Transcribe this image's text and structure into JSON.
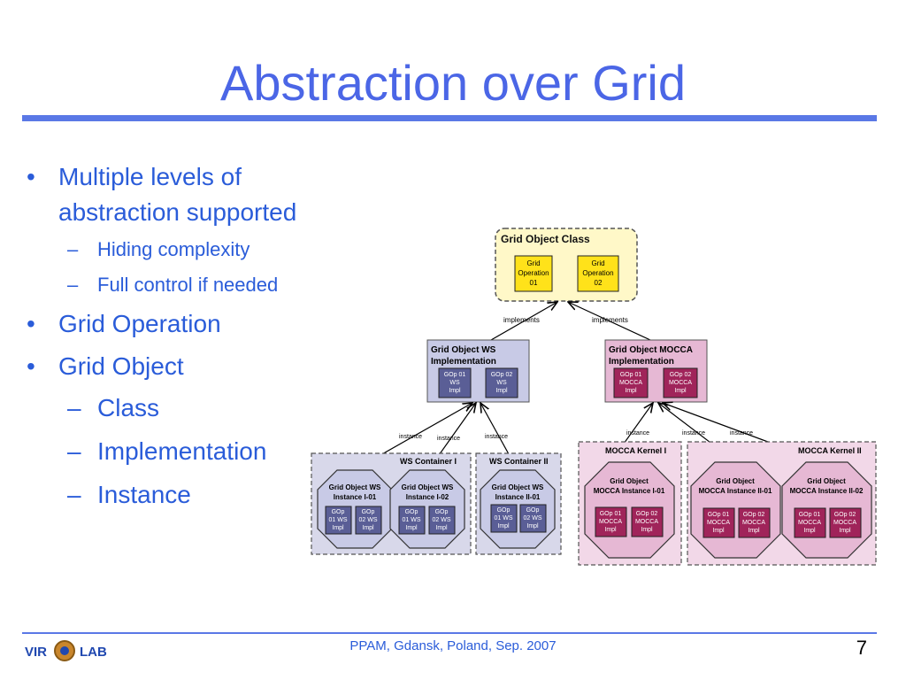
{
  "slide": {
    "title": "Abstraction over Grid",
    "bullets": [
      {
        "text": "Multiple levels of abstraction supported",
        "line1": "Multiple levels of",
        "line2": "abstraction supported"
      },
      {
        "text": "Hiding complexity"
      },
      {
        "text": "Full control if needed"
      },
      {
        "text": "Grid Operation"
      },
      {
        "text": "Grid Object"
      },
      {
        "text": "Class"
      },
      {
        "text": "Implementation"
      },
      {
        "text": "Instance"
      }
    ],
    "bullet_glyph": "•",
    "dash_glyph": "–",
    "footer": "PPAM, Gdansk, Poland, Sep. 2007",
    "page_number": "7",
    "logo": {
      "left": "VIR",
      "right": "LAB"
    }
  },
  "diagram": {
    "class_box": {
      "title": "Grid Object Class",
      "op1": [
        "Grid",
        "Operation",
        "01"
      ],
      "op2": [
        "Grid",
        "Operation",
        "02"
      ]
    },
    "implements_label": "implements",
    "instance_label": "instance",
    "ws_impl": {
      "title1": "Grid Object WS",
      "title2": "Implementation",
      "op1": [
        "GOp 01",
        "WS",
        "Impl"
      ],
      "op2": [
        "GOp 02",
        "WS",
        "Impl"
      ]
    },
    "mocca_impl": {
      "title1": "Grid Object MOCCA",
      "title2": "Implementation",
      "op1": [
        "GOp 01",
        "MOCCA",
        "Impl"
      ],
      "op2": [
        "GOp 02",
        "MOCCA",
        "Impl"
      ]
    },
    "ws_container_1": "WS Container I",
    "ws_container_2": "WS Container II",
    "mocca_kernel_1": "MOCCA Kernel I",
    "mocca_kernel_2": "MOCCA Kernel II",
    "ws_instances": [
      {
        "l1": "Grid Object WS",
        "l2": "Instance I-01"
      },
      {
        "l1": "Grid Object WS",
        "l2": "Instance I-02"
      },
      {
        "l1": "Grid Object WS",
        "l2": "Instance II-01"
      }
    ],
    "ws_inst_ops": [
      [
        "GOp",
        "01 WS",
        "Impl"
      ],
      [
        "GOp",
        "02 WS",
        "Impl"
      ]
    ],
    "ws_inst_ops_b": [
      [
        "GOp",
        "01 WS",
        "Impl"
      ],
      [
        "GOp",
        "02 WS",
        "Impl"
      ]
    ],
    "mocca_instances": [
      {
        "l1": "Grid Object",
        "l2": "MOCCA Instance I-01"
      },
      {
        "l1": "Grid Object",
        "l2": "MOCCA Instance II-01"
      },
      {
        "l1": "Grid Object",
        "l2": "MOCCA Instance II-02"
      }
    ],
    "mocca_inst_ops": [
      [
        "GOp 01",
        "MOCCA",
        "Impl"
      ],
      [
        "GOp 02",
        "MOCCA",
        "Impl"
      ]
    ],
    "colors": {
      "title": "#4b66e6",
      "text_blue": "#2a5cd9",
      "class_fill": "#fff8c8",
      "op_yellow": "#ffe21a",
      "ws_fill": "#c8cae6",
      "ws_op": "#5a5e96",
      "mocca_fill": "#e6b8d4",
      "mocca_op": "#a0245a",
      "ws_container": "#d8d8ea",
      "mocca_container": "#f2d8e8"
    }
  }
}
